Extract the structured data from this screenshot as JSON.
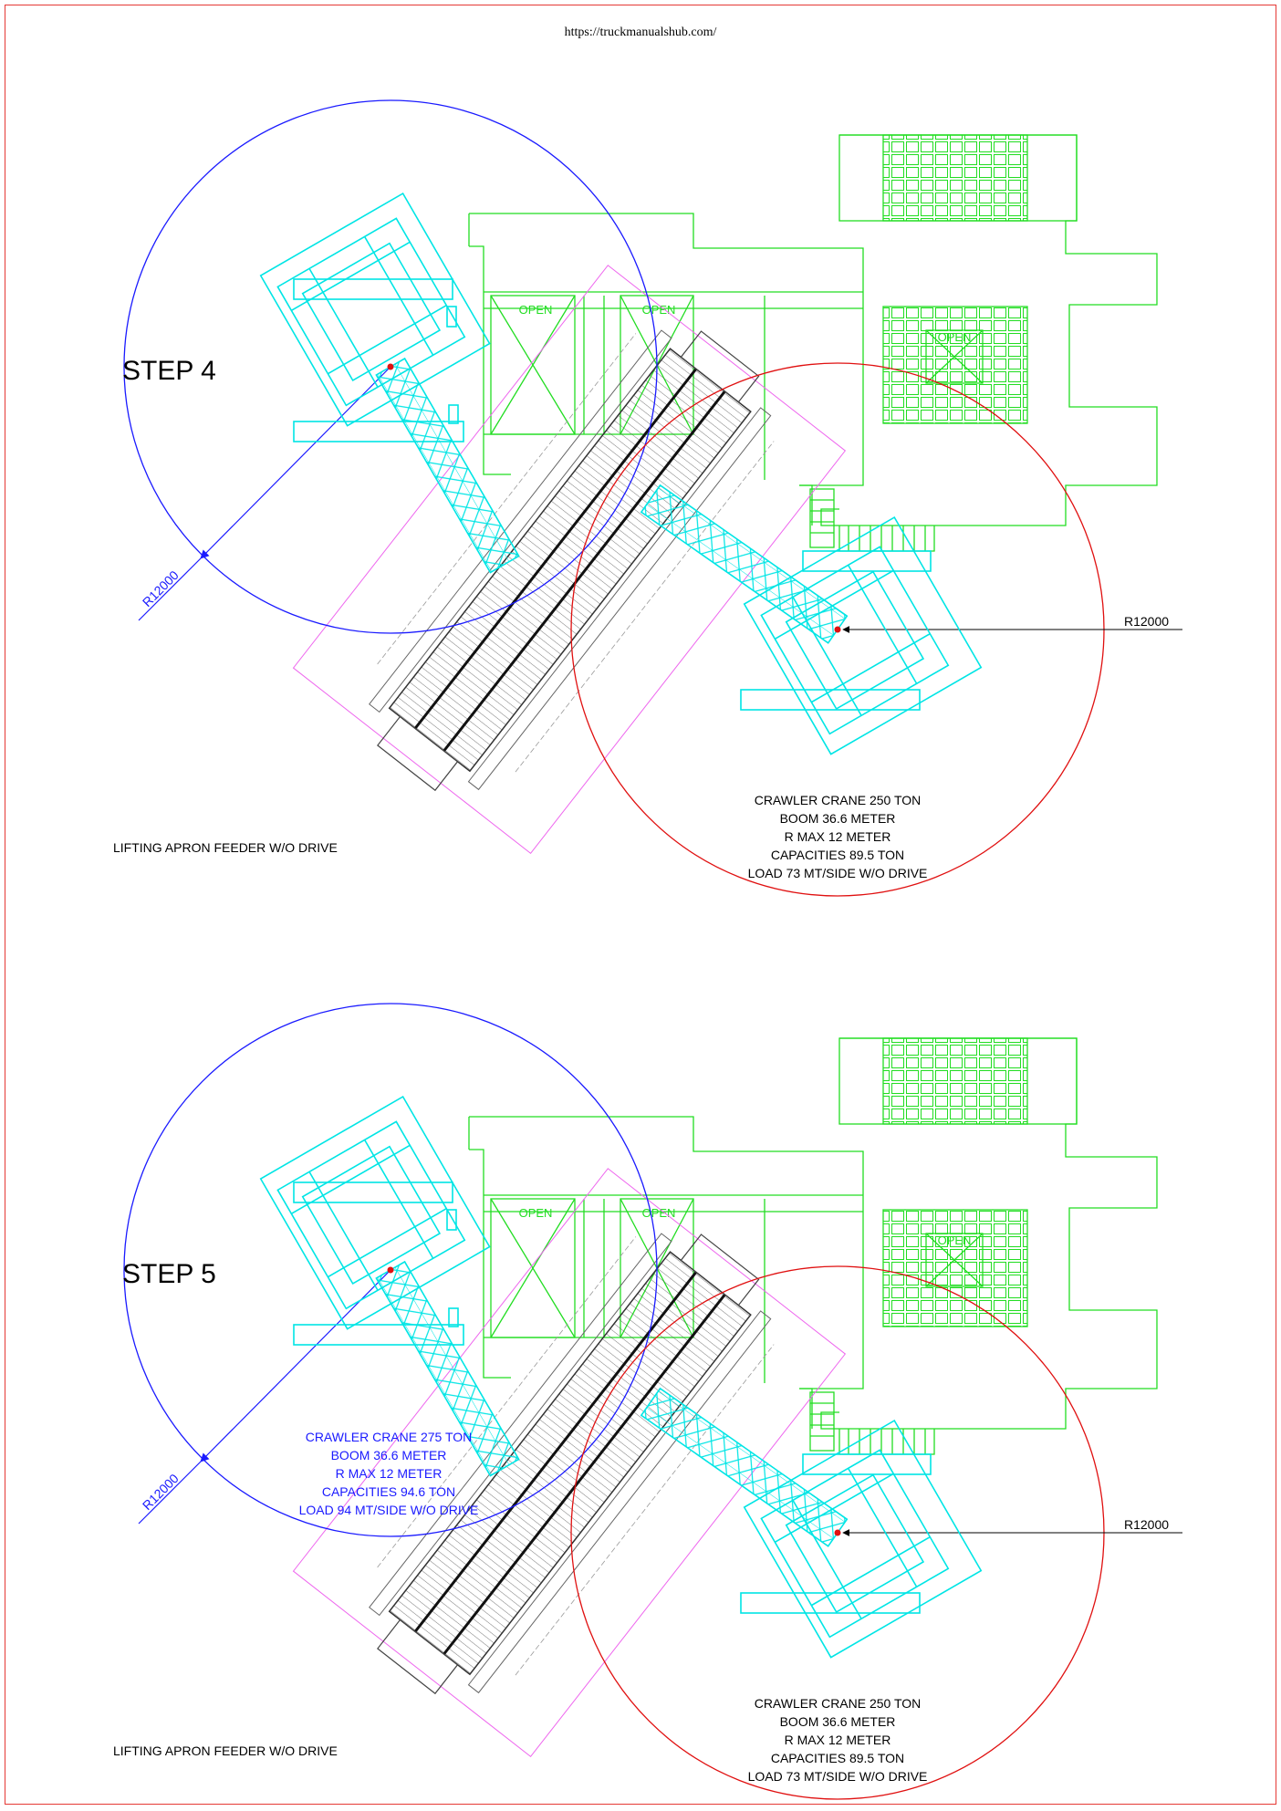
{
  "source_url": "https://truckmanualshub.com/",
  "colors": {
    "frame": "#e53935",
    "structure": "#22dd22",
    "crane_a": "#00e5e5",
    "circle_a": "#1a1aff",
    "circle_b": "#e01010",
    "feeder": "#333333",
    "outline": "#ee66ee"
  },
  "steps": [
    {
      "title": "STEP 4",
      "caption": "LIFTING APRON FEEDER W/O DRIVE",
      "open_labels": [
        "OPEN",
        "OPEN",
        "OPEN"
      ],
      "radius_a_label": "R12000",
      "radius_b_label": "R12000",
      "crane_b_spec": [
        "CRAWLER CRANE 250 TON",
        "BOOM 36.6 METER",
        "R MAX 12 METER",
        "CAPACITIES 89.5 TON",
        "LOAD 73 MT/SIDE W/O DRIVE"
      ]
    },
    {
      "title": "STEP 5",
      "caption": "LIFTING APRON FEEDER W/O DRIVE",
      "open_labels": [
        "OPEN",
        "OPEN",
        "OPEN"
      ],
      "radius_a_label": "R12000",
      "radius_b_label": "R12000",
      "crane_a_spec": [
        "CRAWLER CRANE 275 TON",
        "BOOM 36.6 METER",
        "R MAX 12 METER",
        "CAPACITIES 94.6 TON",
        "LOAD 94 MT/SIDE W/O DRIVE"
      ],
      "crane_b_spec": [
        "CRAWLER CRANE 250 TON",
        "BOOM 36.6 METER",
        "R MAX 12 METER",
        "CAPACITIES 89.5 TON",
        "LOAD 73 MT/SIDE W/O DRIVE"
      ]
    }
  ]
}
